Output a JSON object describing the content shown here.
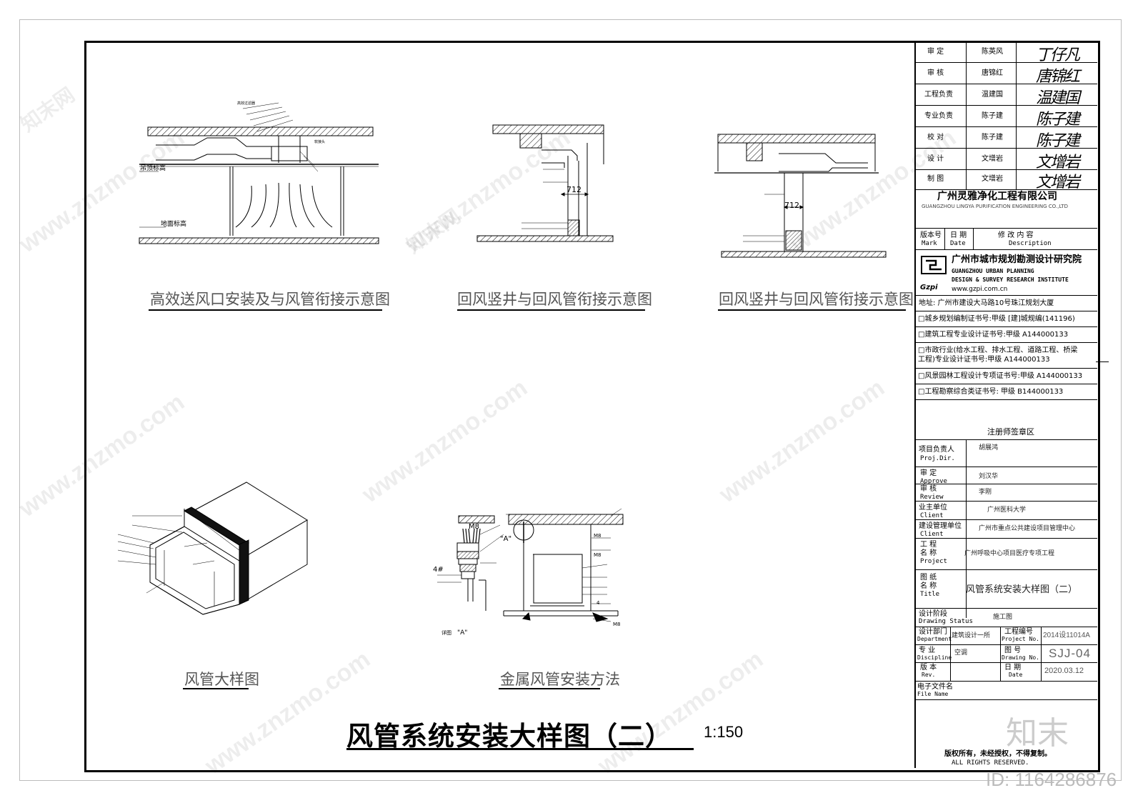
{
  "captions": {
    "c1": "高效送风口安装及与风管衔接示意图",
    "c2": "回风竖井与回风管衔接示意图",
    "c3": "回风竖井与回风管衔接示意图",
    "c4": "风管大样图",
    "c5": "金属风管安装方法"
  },
  "dims": {
    "d1": "712",
    "d2": "712"
  },
  "detail": {
    "m8_1": "M8",
    "a_label": "\"A\"",
    "no4": "4#",
    "m8_2": "M8",
    "m8_3": "M8",
    "four": "4",
    "m8_4": "M8",
    "view": "详图",
    "view_a": "\"A\""
  },
  "main_title": "风管系统安装大样图（二）",
  "scale": "1:150",
  "approvals": [
    {
      "role": "审  定",
      "name": "陈英风",
      "sig": "丁仔凡"
    },
    {
      "role": "审  核",
      "name": "唐锦红",
      "sig": "唐锦红"
    },
    {
      "role": "工程负责",
      "name": "温建国",
      "sig": "温建国"
    },
    {
      "role": "专业负责",
      "name": "陈子建",
      "sig": "陈子建"
    },
    {
      "role": "校  对",
      "name": "陈子建",
      "sig": "陈子建"
    },
    {
      "role": "设  计",
      "name": "文增岩",
      "sig": "文增岩"
    },
    {
      "role": "制  图",
      "name": "文增岩",
      "sig": "文增岩"
    }
  ],
  "company": {
    "cn": "广州灵雅净化工程有限公司",
    "en": "GUANGZHOU LINGYA PURIFICATION ENGINEERING CO.,LTD"
  },
  "revision_header": {
    "mark_cn": "版本号",
    "mark_en": "Mark",
    "date_cn": "日 期",
    "date_en": "Date",
    "desc_cn": "修 改 内 容",
    "desc_en": "Description"
  },
  "institute": {
    "cn": "广州市城市规划勘测设计研究院",
    "en1": "GUANGZHOU URBAN PLANNING",
    "en2": "DESIGN & SURVEY RESEARCH INSTITUTE",
    "abbr": "Gzpi",
    "web": "www.gzpi.com.cn",
    "address": "地址: 广州市建设大马路10号珠江规划大厦"
  },
  "certs": [
    "□城乡规划编制证书号:甲级 [建]城规编(141196)",
    "□建筑工程专业设计证书号:甲级 A144000133",
    "□市政行业(给水工程、排水工程、道路工程、桥梁",
    "  工程)专业设计证书号:甲级 A144000133",
    "□风景园林工程设计专项证书号:甲级 A144000133",
    "□工程勘察综合类证书号: 甲级 B144000133"
  ],
  "registered": "注册师签章区",
  "info": {
    "proj_dir_cn": "项目负责人",
    "proj_dir_en": "Proj.Dir.",
    "proj_dir_val": "胡展鸿",
    "approve_cn": "审  定",
    "approve_en": "Approve",
    "approve_val": "刘汉华",
    "review_cn": "审  核",
    "review_en": "Review",
    "review_val": "李刚",
    "client_cn": "业主单位",
    "client_en": "Client",
    "client_val": "广州医科大学",
    "mgmt_cn": "建设管理单位",
    "mgmt_en": "Client",
    "mgmt_val": "广州市重点公共建设项目管理中心",
    "project_cn1": "工  程",
    "project_cn2": "名  称",
    "project_en": "Project",
    "project_val": "广州呼吸中心项目医疗专项工程",
    "title_cn1": "图  纸",
    "title_cn2": "名  称",
    "title_en": "Title",
    "title_val": "风管系统安装大样图（二）",
    "status_cn": "设计阶段",
    "status_en": "Drawing Status",
    "status_val": "施工图",
    "dept_cn": "设计部门",
    "dept_en": "Department",
    "dept_val": "建筑设计一所",
    "projno_cn": "工程编号",
    "projno_en": "Project No.",
    "projno_val": "2014设11014A",
    "disc_cn": "专  业",
    "disc_en": "Discipline",
    "disc_val": "空调",
    "drawno_cn": "图  号",
    "drawno_en": "Drawing No.",
    "drawno_val": "SJJ-04",
    "rev_cn": "版  本",
    "rev_en": "Rev.",
    "rev_val": "",
    "date_cn": "日  期",
    "date_en": "Date",
    "date_val": "2020.03.12",
    "file_cn": "电子文件名",
    "file_en": "File Name",
    "file_val": ""
  },
  "copyright": {
    "line1": "版权所有，未经授权，不得复制。",
    "line2": "ALL RIGHTS RESERVED."
  },
  "watermark": {
    "site": "www.znzmo.com",
    "brand": "知末网",
    "logo": "知末",
    "id": "ID: 1164286876"
  }
}
